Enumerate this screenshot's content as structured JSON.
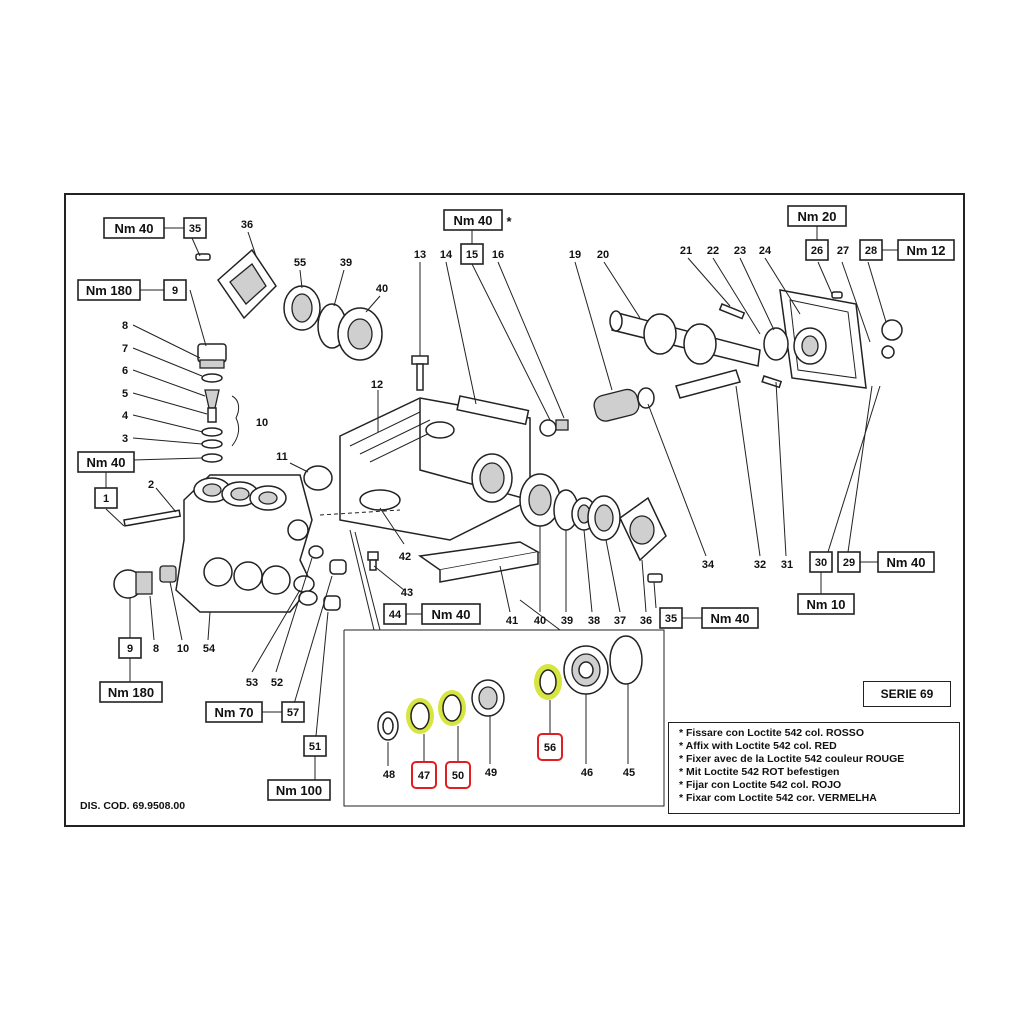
{
  "drawing_code": "DIS. COD. 69.9508.00",
  "serie": "SERIE 69",
  "highlight_color": "#c8dc00",
  "callout_color": "#e02020",
  "notes": [
    "* Fissare con Loctite 542 col. ROSSO",
    "* Affix with Loctite 542 col. RED",
    "* Fixer avec de la Loctite 542 couleur ROUGE",
    "* Mit Loctite 542 ROT befestigen",
    "* Fijar con Loctite 542 col. ROJO",
    "* Fixar com Loctite 542 cor. VERMELHA"
  ],
  "torque": {
    "nm40": "Nm 40",
    "nm180": "Nm 180",
    "nm20": "Nm 20",
    "nm12": "Nm 12",
    "nm10": "Nm 10",
    "nm70": "Nm 70",
    "nm100": "Nm 100",
    "star": "*"
  },
  "boxed_parts": {
    "p35a": "35",
    "p9a": "9",
    "p1": "1",
    "p15": "15",
    "p26": "26",
    "p28": "28",
    "p30": "30",
    "p29": "29",
    "p44": "44",
    "p35b": "35",
    "p9b": "9",
    "p57": "57",
    "p51": "51"
  },
  "highlighted_parts": {
    "p47": "47",
    "p50": "50",
    "p56": "56"
  },
  "part_labels": {
    "p36a": "36",
    "p55": "55",
    "p39a": "39",
    "p40a": "40",
    "p13": "13",
    "p14": "14",
    "p16": "16",
    "p19": "19",
    "p20": "20",
    "p21": "21",
    "p22": "22",
    "p23": "23",
    "p24": "24",
    "p27": "27",
    "p8a": "8",
    "p7": "7",
    "p6": "6",
    "p5": "5",
    "p4": "4",
    "p3": "3",
    "p10a": "10",
    "p2": "2",
    "p11": "11",
    "p12": "12",
    "p42": "42",
    "p43": "43",
    "p41": "41",
    "p40b": "40",
    "p39b": "39",
    "p38": "38",
    "p37": "37",
    "p36b": "36",
    "p34": "34",
    "p32": "32",
    "p31": "31",
    "p8b": "8",
    "p10b": "10",
    "p54": "54",
    "p53": "53",
    "p52": "52",
    "p48": "48",
    "p49": "49",
    "p46": "46",
    "p45": "45"
  }
}
